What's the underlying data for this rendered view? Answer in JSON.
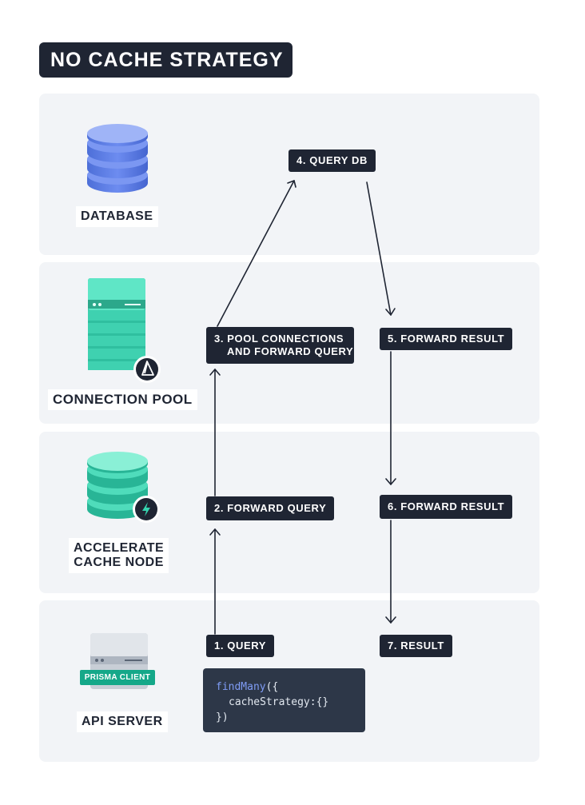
{
  "title": "NO CACHE STRATEGY",
  "layers": {
    "database": "DATABASE",
    "connection_pool": "CONNECTION POOL",
    "accelerate_line1": "ACCELERATE",
    "accelerate_line2": "CACHE NODE",
    "api_server": "API SERVER",
    "prisma_client_tag": "PRISMA CLIENT"
  },
  "steps": {
    "s1": "1. QUERY",
    "s2": "2. FORWARD QUERY",
    "s3_line1": "3. POOL CONNECTIONS",
    "s3_line2": "AND FORWARD QUERY",
    "s4": "4. QUERY DB",
    "s5": "5. FORWARD RESULT",
    "s6": "6. FORWARD RESULT",
    "s7": "7. RESULT"
  },
  "code": {
    "fn": "findMany",
    "open": "({",
    "line2": "cacheStrategy:{}",
    "line3": "})"
  },
  "colors": {
    "dark": "#1f2533",
    "band": "#f2f4f7",
    "database_blue": "#5b7be6",
    "teal": "#36d4b0",
    "prisma_green": "#15a889"
  }
}
